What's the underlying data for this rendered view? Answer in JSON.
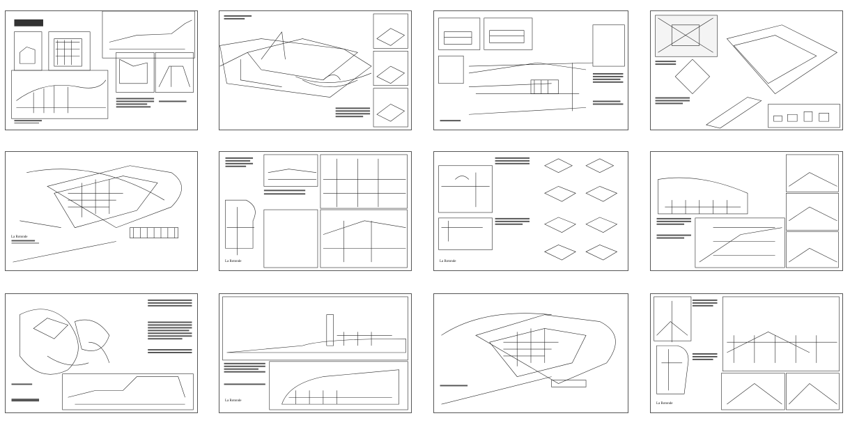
{
  "sheets": [
    {
      "id": "sheet-1",
      "label": ""
    },
    {
      "id": "sheet-2",
      "label": ""
    },
    {
      "id": "sheet-3",
      "label": ""
    },
    {
      "id": "sheet-4",
      "label": ""
    },
    {
      "id": "sheet-5",
      "label": "La Rotonde"
    },
    {
      "id": "sheet-6",
      "label": "La Rotonde"
    },
    {
      "id": "sheet-7",
      "label": "La Rotonde"
    },
    {
      "id": "sheet-8",
      "label": ""
    },
    {
      "id": "sheet-9",
      "label": ""
    },
    {
      "id": "sheet-10",
      "label": "La Rotonde"
    },
    {
      "id": "sheet-11",
      "label": ""
    },
    {
      "id": "sheet-12",
      "label": "La Rotonde"
    }
  ]
}
